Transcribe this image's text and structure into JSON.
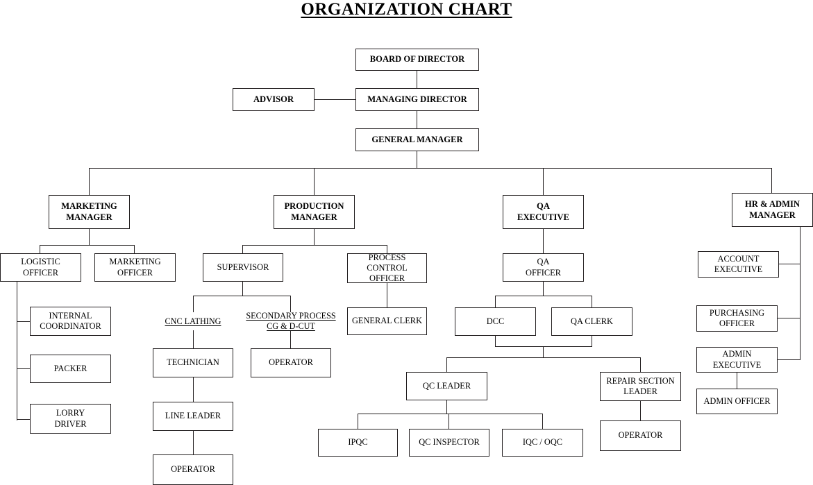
{
  "document": {
    "title": "ORGANIZATION CHART",
    "type": "organization-chart",
    "background_color": "#ffffff",
    "line_color": "#231f20",
    "text_color": "#000000"
  },
  "chart_data": {
    "type": "diagram",
    "title": "ORGANIZATION CHART",
    "nodes": [
      {
        "id": "board",
        "label": "BOARD OF DIRECTOR",
        "level": 0,
        "bold": true
      },
      {
        "id": "advisor",
        "label": "ADVISOR",
        "level": 1,
        "bold": true
      },
      {
        "id": "md",
        "label": "MANAGING DIRECTOR",
        "level": 1,
        "bold": true
      },
      {
        "id": "gm",
        "label": "GENERAL MANAGER",
        "level": 2,
        "bold": true
      },
      {
        "id": "marketing_mgr",
        "label": "MARKETING\nMANAGER",
        "level": 3,
        "bold": true
      },
      {
        "id": "production_mgr",
        "label": "PRODUCTION\nMANAGER",
        "level": 3,
        "bold": true
      },
      {
        "id": "qa_exec",
        "label": "QA\nEXECUTIVE",
        "level": 3,
        "bold": true
      },
      {
        "id": "hr_admin_mgr",
        "label": "HR & ADMIN\nMANAGER",
        "level": 3,
        "bold": true
      },
      {
        "id": "logistic_officer",
        "label": "LOGISTIC\nOFFICER",
        "level": 4,
        "bold": false
      },
      {
        "id": "marketing_officer",
        "label": "MARKETING\nOFFICER",
        "level": 4,
        "bold": false
      },
      {
        "id": "internal_coord",
        "label": "INTERNAL\nCOORDINATOR",
        "level": 5,
        "bold": false
      },
      {
        "id": "packer",
        "label": "PACKER",
        "level": 5,
        "bold": false
      },
      {
        "id": "lorry_driver",
        "label": "LORRY\nDRIVER",
        "level": 5,
        "bold": false
      },
      {
        "id": "supervisor",
        "label": "SUPERVISOR",
        "level": 4,
        "bold": false
      },
      {
        "id": "process_control",
        "label": "PROCESS CONTROL\nOFFICER",
        "level": 4,
        "bold": false
      },
      {
        "id": "general_clerk",
        "label": "GENERAL CLERK",
        "level": 5,
        "bold": false
      },
      {
        "id": "cnc_lathing",
        "label": "CNC LATHING",
        "level": 5,
        "bold": false,
        "shape": "label"
      },
      {
        "id": "secondary_process",
        "label": "SECONDARY PROCESS\nCG & D-CUT",
        "level": 5,
        "bold": false,
        "shape": "label"
      },
      {
        "id": "technician",
        "label": "TECHNICIAN",
        "level": 6,
        "bold": false
      },
      {
        "id": "line_leader",
        "label": "LINE LEADER",
        "level": 7,
        "bold": false
      },
      {
        "id": "operator_cnc",
        "label": "OPERATOR",
        "level": 8,
        "bold": false
      },
      {
        "id": "operator_sec",
        "label": "OPERATOR",
        "level": 6,
        "bold": false
      },
      {
        "id": "qa_officer",
        "label": "QA\nOFFICER",
        "level": 4,
        "bold": false
      },
      {
        "id": "dcc",
        "label": "DCC",
        "level": 5,
        "bold": false
      },
      {
        "id": "qa_clerk",
        "label": "QA CLERK",
        "level": 5,
        "bold": false
      },
      {
        "id": "qc_leader",
        "label": "QC LEADER",
        "level": 6,
        "bold": false
      },
      {
        "id": "repair_leader",
        "label": "REPAIR SECTION\nLEADER",
        "level": 6,
        "bold": false
      },
      {
        "id": "ipqc",
        "label": "IPQC",
        "level": 7,
        "bold": false
      },
      {
        "id": "qc_inspector",
        "label": "QC INSPECTOR",
        "level": 7,
        "bold": false
      },
      {
        "id": "iqc_oqc",
        "label": "IQC / OQC",
        "level": 7,
        "bold": false
      },
      {
        "id": "operator_repair",
        "label": "OPERATOR",
        "level": 7,
        "bold": false
      },
      {
        "id": "account_exec",
        "label": "ACCOUNT\nEXECUTIVE",
        "level": 4,
        "bold": false
      },
      {
        "id": "purchasing_off",
        "label": "PURCHASING\nOFFICER",
        "level": 4,
        "bold": false
      },
      {
        "id": "admin_exec",
        "label": "ADMIN EXECUTIVE",
        "level": 4,
        "bold": false
      },
      {
        "id": "admin_officer",
        "label": "ADMIN OFFICER",
        "level": 5,
        "bold": false
      }
    ],
    "edges": [
      {
        "from": "board",
        "to": "md"
      },
      {
        "from": "advisor",
        "to": "md"
      },
      {
        "from": "md",
        "to": "gm"
      },
      {
        "from": "gm",
        "to": "marketing_mgr"
      },
      {
        "from": "gm",
        "to": "production_mgr"
      },
      {
        "from": "gm",
        "to": "qa_exec"
      },
      {
        "from": "gm",
        "to": "hr_admin_mgr"
      },
      {
        "from": "marketing_mgr",
        "to": "logistic_officer"
      },
      {
        "from": "marketing_mgr",
        "to": "marketing_officer"
      },
      {
        "from": "logistic_officer",
        "to": "internal_coord"
      },
      {
        "from": "logistic_officer",
        "to": "packer"
      },
      {
        "from": "logistic_officer",
        "to": "lorry_driver"
      },
      {
        "from": "production_mgr",
        "to": "supervisor"
      },
      {
        "from": "production_mgr",
        "to": "process_control"
      },
      {
        "from": "process_control",
        "to": "general_clerk"
      },
      {
        "from": "supervisor",
        "to": "cnc_lathing"
      },
      {
        "from": "supervisor",
        "to": "secondary_process"
      },
      {
        "from": "cnc_lathing",
        "to": "technician"
      },
      {
        "from": "technician",
        "to": "line_leader"
      },
      {
        "from": "line_leader",
        "to": "operator_cnc"
      },
      {
        "from": "secondary_process",
        "to": "operator_sec"
      },
      {
        "from": "qa_exec",
        "to": "qa_officer"
      },
      {
        "from": "qa_officer",
        "to": "dcc"
      },
      {
        "from": "qa_officer",
        "to": "qa_clerk"
      },
      {
        "from": "dcc",
        "to": "qc_leader"
      },
      {
        "from": "qa_clerk",
        "to": "repair_leader"
      },
      {
        "from": "qc_leader",
        "to": "ipqc"
      },
      {
        "from": "qc_leader",
        "to": "qc_inspector"
      },
      {
        "from": "qc_leader",
        "to": "iqc_oqc"
      },
      {
        "from": "repair_leader",
        "to": "operator_repair"
      },
      {
        "from": "hr_admin_mgr",
        "to": "account_exec"
      },
      {
        "from": "hr_admin_mgr",
        "to": "purchasing_off"
      },
      {
        "from": "hr_admin_mgr",
        "to": "admin_exec"
      },
      {
        "from": "admin_exec",
        "to": "admin_officer"
      }
    ]
  }
}
